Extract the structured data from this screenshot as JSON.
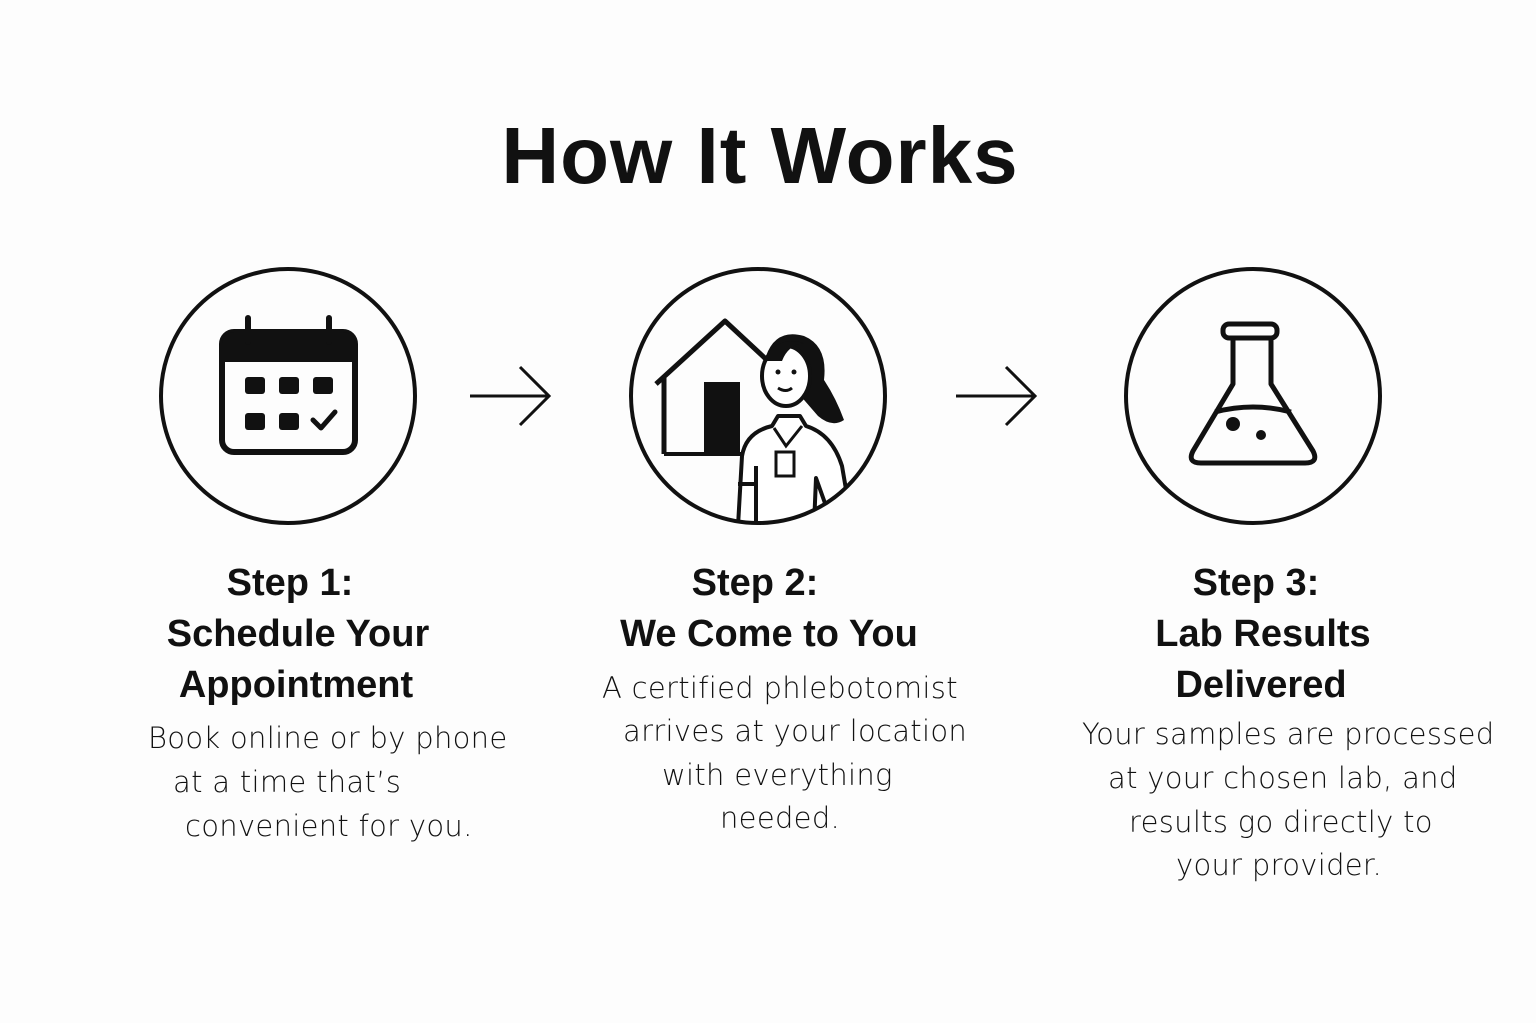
{
  "title": "How It Works",
  "steps": [
    {
      "label": "Step 1:",
      "title_lines": [
        "Schedule Your",
        "Appointment"
      ],
      "description_lines": [
        "Book online or by phone",
        "at a time that’s",
        "convenient for you."
      ],
      "icon": "calendar-icon"
    },
    {
      "label": "Step 2:",
      "title_lines": [
        "We Come to You"
      ],
      "description_lines": [
        "A certified phlebotomist",
        "arrives at your location",
        "with everything",
        "needed."
      ],
      "icon": "phlebotomist-home-icon"
    },
    {
      "label": "Step 3:",
      "title_lines": [
        "Lab Results",
        "Delivered"
      ],
      "description_lines": [
        "Your samples are processed",
        "at your chosen lab, and",
        "results go directly to",
        "your provider."
      ],
      "icon": "lab-flask-icon"
    }
  ],
  "colors": {
    "ink": "#111111",
    "background": "#fdfdfd"
  }
}
